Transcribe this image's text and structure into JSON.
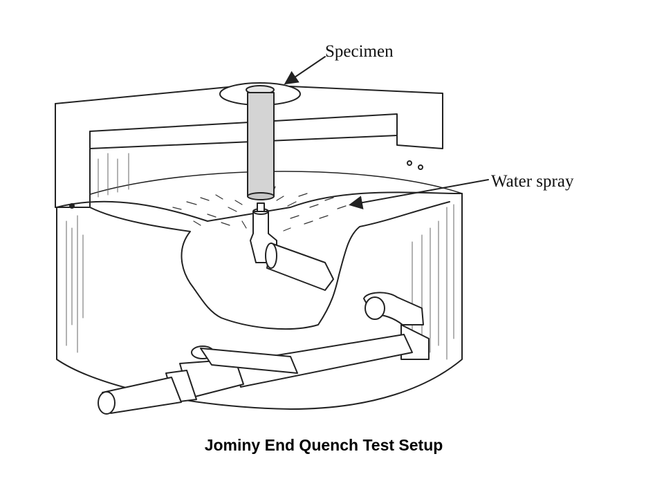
{
  "labels": {
    "specimen": "Specimen",
    "water_spray": "Water spray"
  },
  "caption": "Jominy End Quench Test Setup",
  "colors": {
    "line": "#222222",
    "specimen_fill": "#d4d4d4",
    "background": "#ffffff"
  }
}
